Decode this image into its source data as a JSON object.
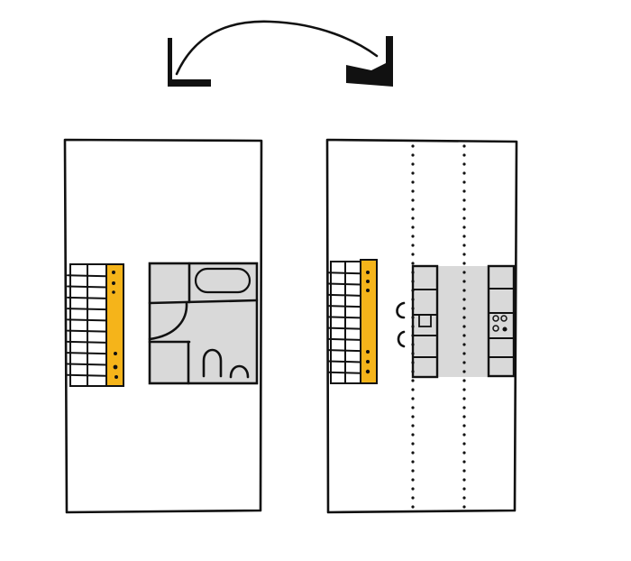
{
  "colors": {
    "structure_yellow": "#F5B41A",
    "wet_zone_gray": "#D9D9D9",
    "ink": "#111111",
    "background": "#FFFFFF"
  },
  "diagram": {
    "panels": [
      "plan-before-bathroom",
      "plan-after-kitchen"
    ],
    "transition": "rotation-arrow"
  }
}
